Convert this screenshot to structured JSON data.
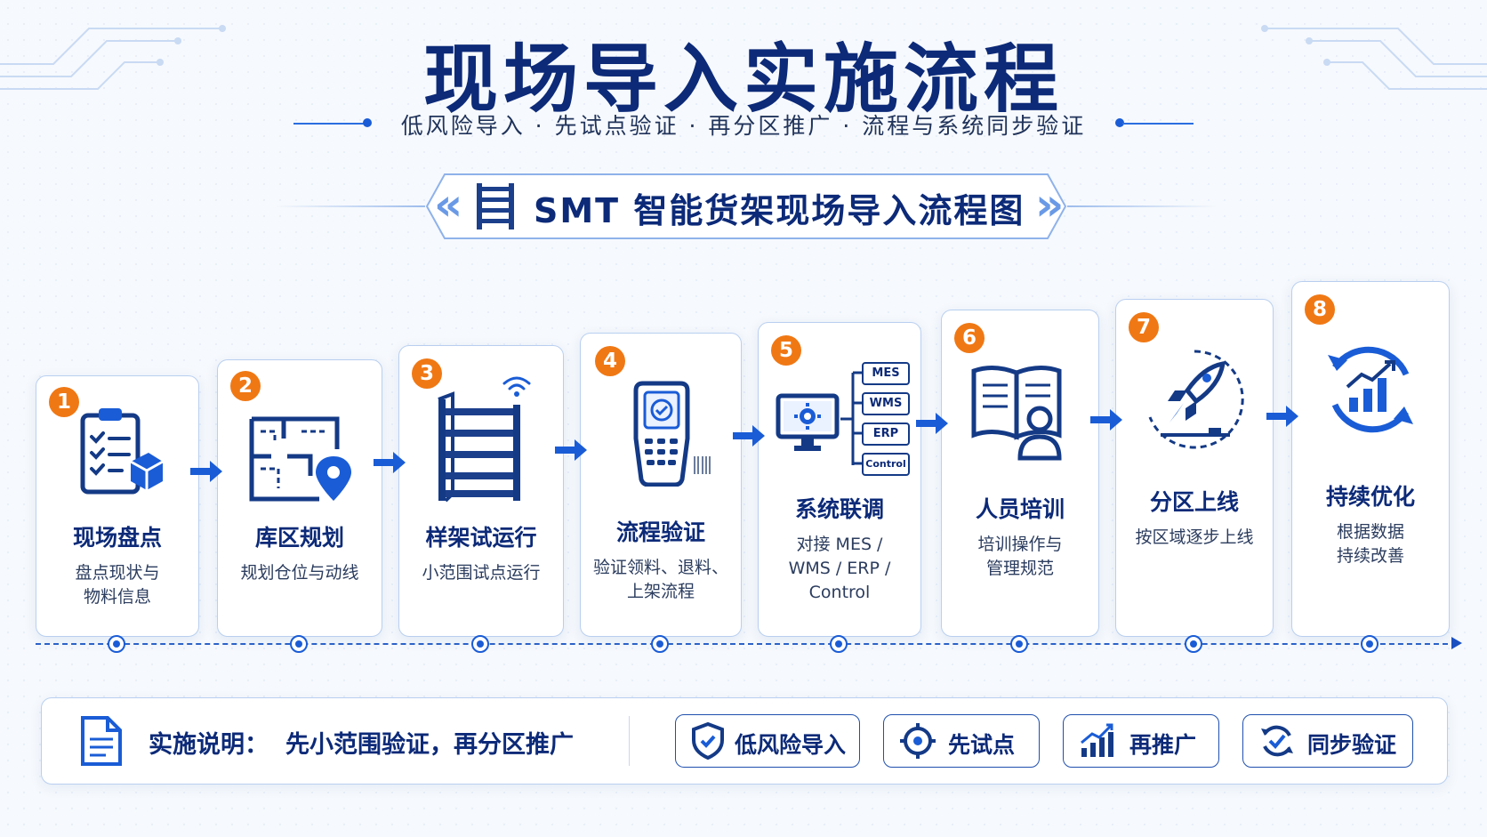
{
  "header": {
    "title": "现场导入实施流程",
    "subtitle": "低风险导入 · 先试点验证 · 再分区推广 · 流程与系统同步验证"
  },
  "banner": {
    "text": "SMT 智能货架现场导入流程图",
    "left_chevrons": "«",
    "right_chevrons": "»"
  },
  "steps": [
    {
      "num": "1",
      "title": "现场盘点",
      "desc1": "盘点现状与",
      "desc2": "物料信息",
      "desc3": "",
      "icon": "clipboard-checklist-icon"
    },
    {
      "num": "2",
      "title": "库区规划",
      "desc1": "规划仓位与动线",
      "desc2": "",
      "desc3": "",
      "icon": "floorplan-pin-icon"
    },
    {
      "num": "3",
      "title": "样架试运行",
      "desc1": "小范围试点运行",
      "desc2": "",
      "desc3": "",
      "icon": "smart-shelf-icon"
    },
    {
      "num": "4",
      "title": "流程验证",
      "desc1": "验证领料、退料、",
      "desc2": "上架流程",
      "desc3": "",
      "icon": "handheld-scanner-icon"
    },
    {
      "num": "5",
      "title": "系统联调",
      "desc1": "对接 MES /",
      "desc2": "WMS / ERP /",
      "desc3": "Control",
      "icon": "system-integration-icon"
    },
    {
      "num": "6",
      "title": "人员培训",
      "desc1": "培训操作与",
      "desc2": "管理规范",
      "desc3": "",
      "icon": "book-person-icon"
    },
    {
      "num": "7",
      "title": "分区上线",
      "desc1": "按区域逐步上线",
      "desc2": "",
      "desc3": "",
      "icon": "rocket-launch-icon"
    },
    {
      "num": "8",
      "title": "持续优化",
      "desc1": "根据数据",
      "desc2": "持续改善",
      "desc3": "",
      "icon": "cycle-chart-icon"
    }
  ],
  "systems": [
    "MES",
    "WMS",
    "ERP",
    "Control"
  ],
  "footer": {
    "label": "实施说明：",
    "text": "先小范围验证，再分区推广",
    "tags": [
      {
        "label": "低风险导入",
        "icon": "shield-check-icon"
      },
      {
        "label": "先试点",
        "icon": "target-icon"
      },
      {
        "label": "再推广",
        "icon": "growth-chart-icon"
      },
      {
        "label": "同步验证",
        "icon": "sync-check-icon"
      }
    ]
  },
  "colors": {
    "navy": "#0c2a78",
    "blue": "#1a5cd6",
    "orange": "#f07814",
    "border": "#b9cff0"
  }
}
